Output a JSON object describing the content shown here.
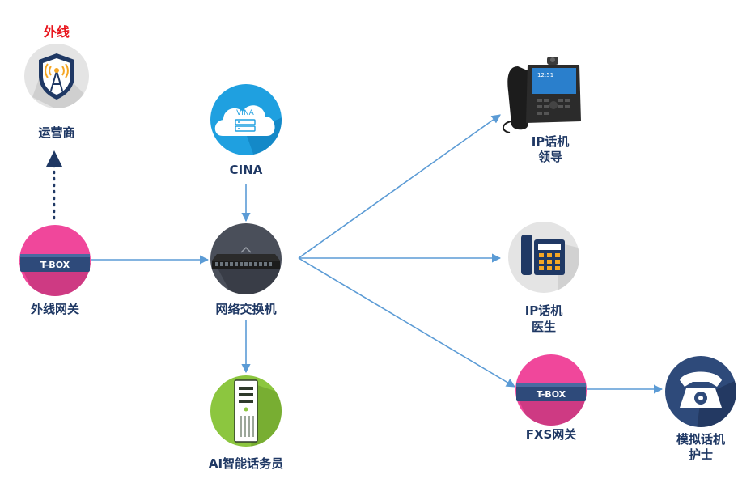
{
  "labels": {
    "outer_line": "外线",
    "carrier": "运营商",
    "cina": "CINA",
    "vina_text": "VINA",
    "tbox_text": "T-BOX",
    "outer_gateway": "外线网关",
    "switch": "网络交换机",
    "ai_operator": "AI智能话务员",
    "ip_phone_leader_1": "IP话机",
    "ip_phone_leader_2": "领导",
    "ip_phone_doctor_1": "IP话机",
    "ip_phone_doctor_2": "医生",
    "fxs_gateway": "FXS网关",
    "analog_phone_1": "模拟话机",
    "analog_phone_2": "护士",
    "phone_screen_time": "12:51"
  },
  "colors": {
    "title_red": "#e8141c",
    "label_navy": "#1f3864",
    "arrow_blue": "#5b9bd5",
    "gateway_pink": "#f0479b",
    "gateway_box": "#2e4a7a",
    "cloud_blue": "#1fa0e0",
    "switch_gray": "#4a4f5a",
    "ai_green": "#8cc63f",
    "circle_gray": "#e4e4e4",
    "deep_navy": "#1f3864"
  },
  "icons": {
    "carrier": "cell-tower-shield-icon",
    "cina": "cloud-server-icon",
    "gateway": "tbox-gateway-icon",
    "switch": "network-switch-icon",
    "ai": "server-tower-icon",
    "ip_phone_video": "video-ip-phone-icon",
    "desk_phone": "desk-phone-icon",
    "analog_phone": "analog-phone-icon"
  }
}
